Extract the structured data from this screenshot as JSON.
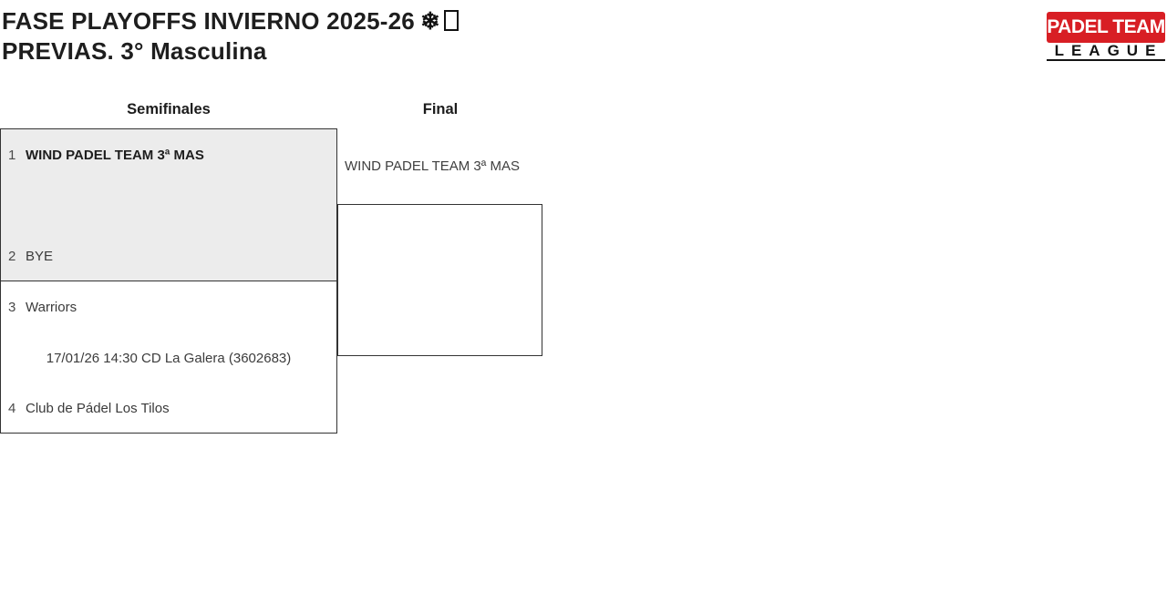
{
  "header": {
    "title_line1": "FASE PLAYOFFS INVIERNO 2025-26",
    "snowflake_icon": "❄",
    "title_line2": "PREVIAS. 3° Masculina",
    "logo": {
      "line1": "PADEL TEAM",
      "line2": "LEAGUE"
    }
  },
  "colors": {
    "accent_red": "#d81e24",
    "highlight_grey": "#ececec",
    "border": "#333333"
  },
  "bracket": {
    "round_headers": [
      "Semifinales",
      "Final"
    ],
    "semifinals": [
      {
        "teams": [
          {
            "seed": "1",
            "name": "WIND PADEL TEAM 3ª MAS"
          },
          {
            "seed": "2",
            "name": "BYE"
          }
        ]
      },
      {
        "schedule": "17/01/26 14:30 CD La Galera (3602683)",
        "teams": [
          {
            "seed": "3",
            "name": "Warriors"
          },
          {
            "seed": "4",
            "name": "Club de Pádel Los Tilos"
          }
        ]
      }
    ],
    "final": {
      "advancing_team": "WIND PADEL TEAM 3ª MAS"
    }
  }
}
